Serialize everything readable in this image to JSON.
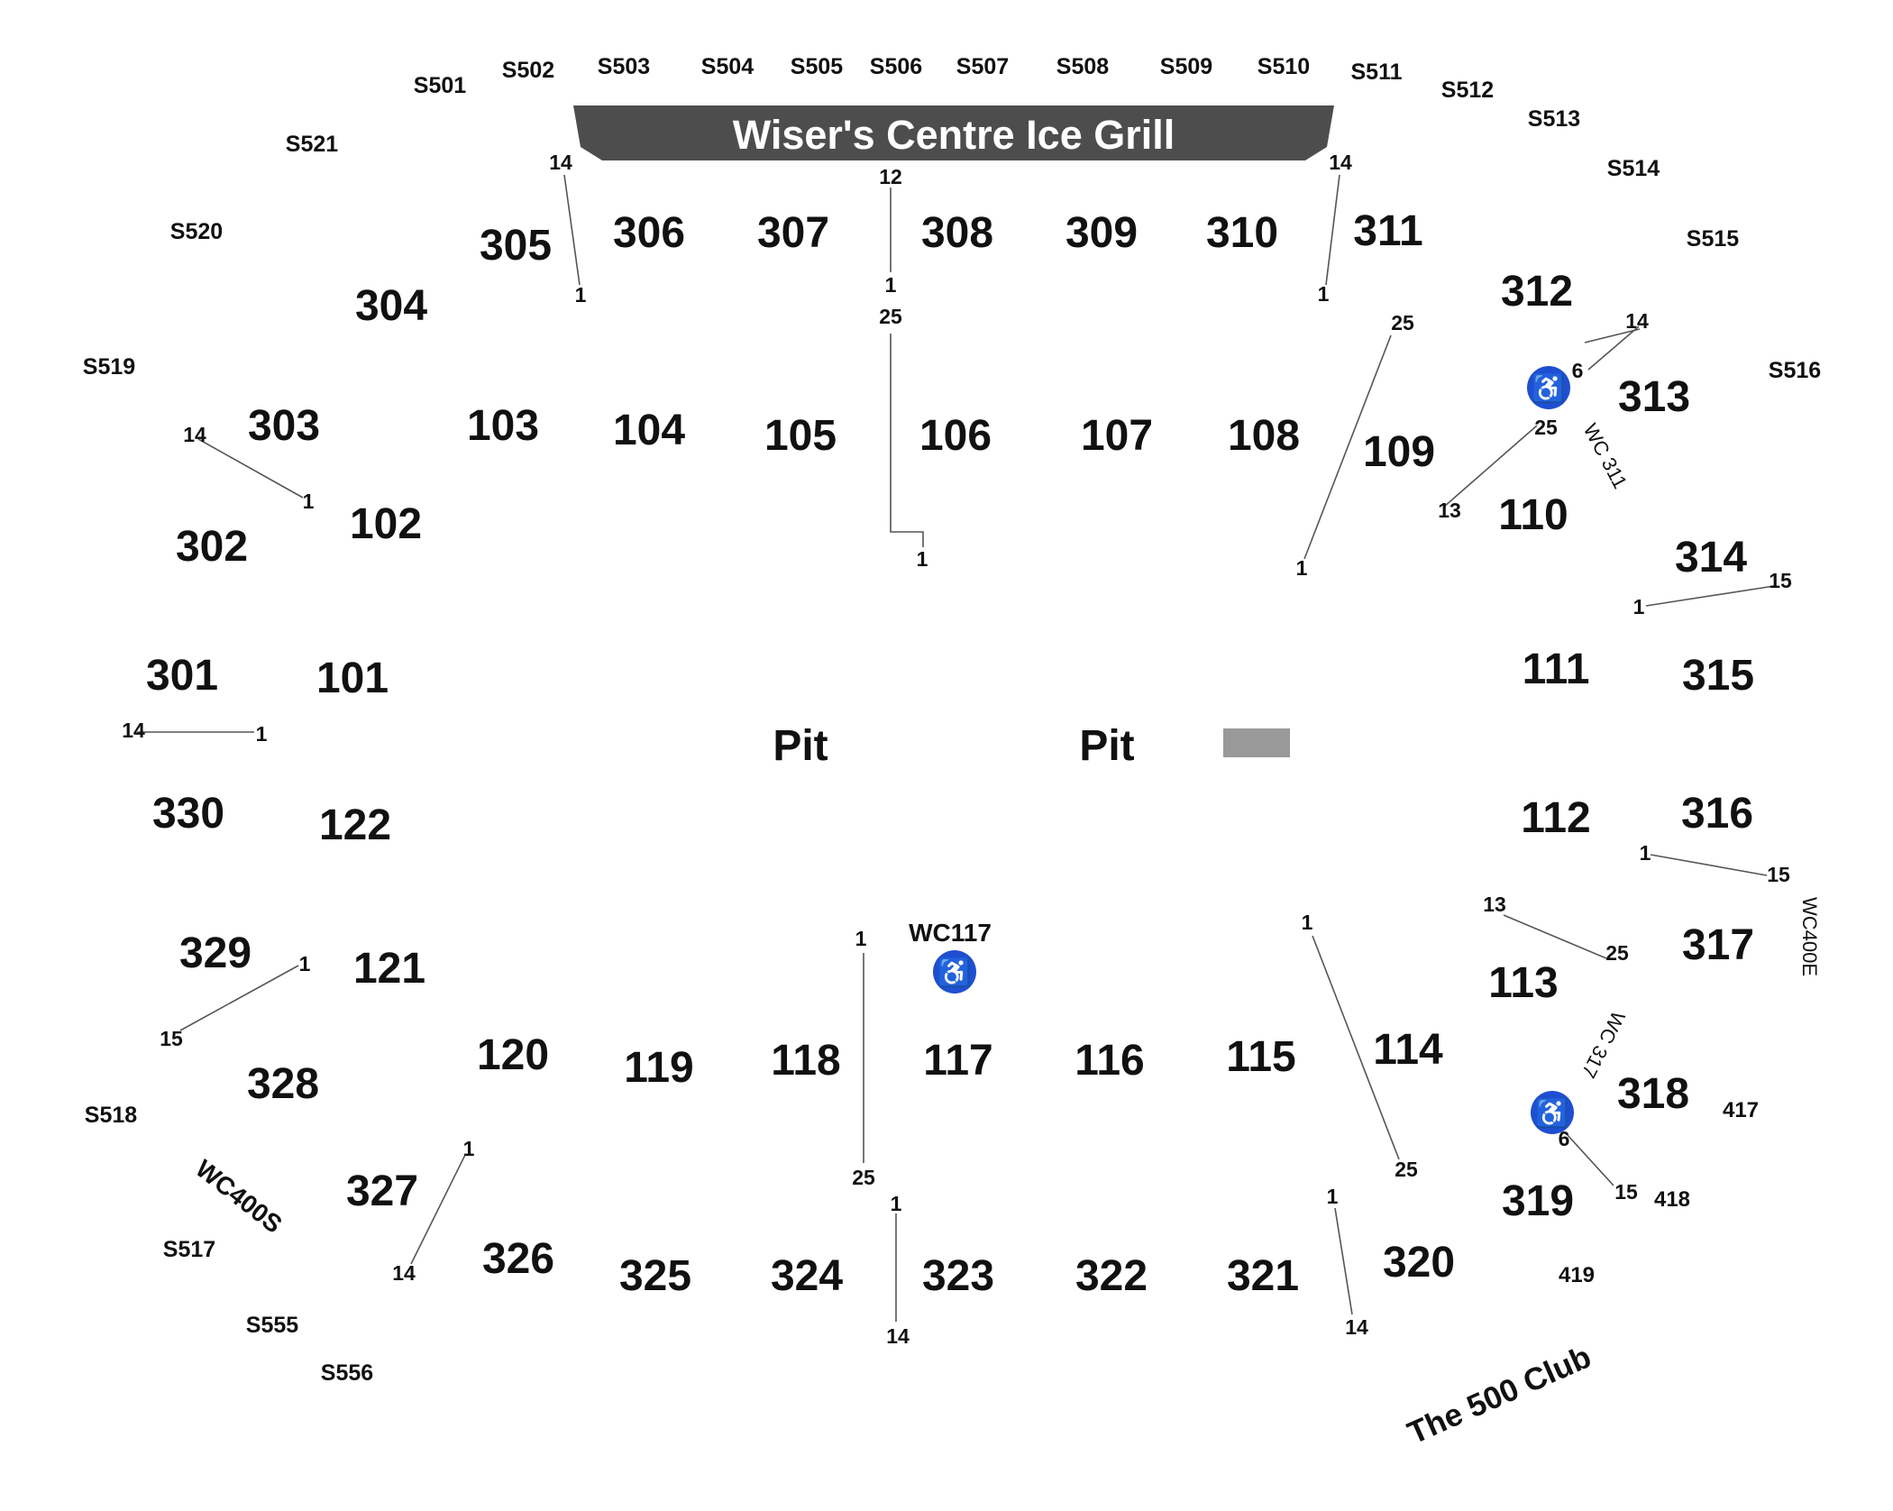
{
  "venue": {
    "grill_label": "Wiser's Centre Ice Grill",
    "club_label": "The 500 Club",
    "wc_upper_right": "WC 311",
    "wc_lower_right": "WC 317",
    "wc_east": "WC400E",
    "wc_south": "WC400S",
    "wc_floor": "WC117"
  },
  "colors": {
    "banner": "#4d4d4d",
    "accessibility": "#1f4fd1",
    "stage": "#999999",
    "text": "#111111"
  },
  "icons": [
    "wheelchair-icon"
  ],
  "pit_labels": [
    "Pit",
    "Pit"
  ],
  "suites": [
    "S501",
    "S502",
    "S503",
    "S504",
    "S505",
    "S506",
    "S507",
    "S508",
    "S509",
    "S510",
    "S511",
    "S512",
    "S513",
    "S514",
    "S515",
    "S516",
    "S517",
    "S518",
    "S519",
    "S520",
    "S521",
    "S555",
    "S556"
  ],
  "sections_100": [
    "101",
    "102",
    "103",
    "104",
    "105",
    "106",
    "107",
    "108",
    "109",
    "110",
    "111",
    "112",
    "113",
    "114",
    "115",
    "116",
    "117",
    "118",
    "119",
    "120",
    "121",
    "122"
  ],
  "sections_300": [
    "301",
    "302",
    "303",
    "304",
    "305",
    "306",
    "307",
    "308",
    "309",
    "310",
    "311",
    "312",
    "313",
    "314",
    "315",
    "316",
    "317",
    "318",
    "319",
    "320",
    "321",
    "322",
    "323",
    "324",
    "325",
    "326",
    "327",
    "328",
    "329",
    "330"
  ],
  "sections_400": [
    "417",
    "418",
    "419"
  ],
  "row_markers": {
    "r1": "1",
    "r6": "6",
    "r12": "12",
    "r13": "13",
    "r14": "14",
    "r15": "15",
    "r25": "25"
  }
}
